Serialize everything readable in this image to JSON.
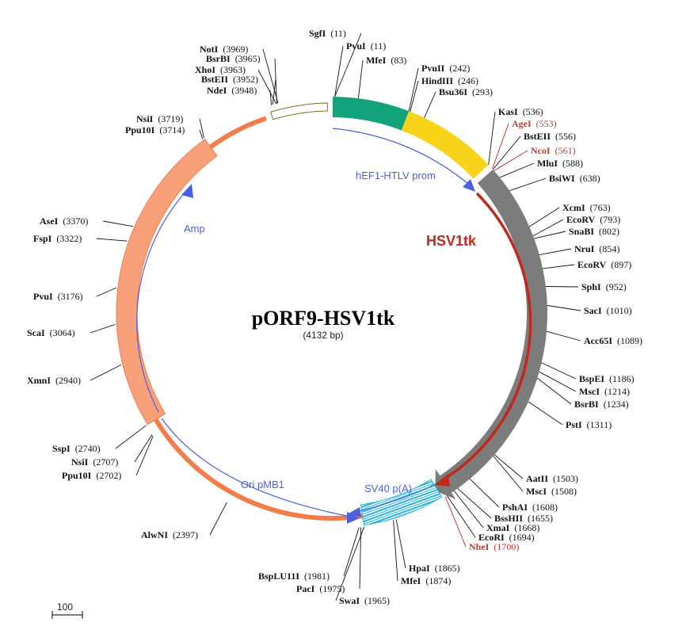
{
  "plasmid": {
    "name": "pORF9-HSV1tk",
    "size": "(4132 bp)"
  },
  "features": {
    "promoter": "hEF1-HTLV prom",
    "gene": "HSV1tk",
    "polyA": "SV40 p(A)",
    "ori": "Ori pMB1",
    "amp": "Amp"
  },
  "scale": "100",
  "colors": {
    "green": "#12a37b",
    "yellow": "#f7d31a",
    "gray": "#7c7c7c",
    "cyan": "#27b4e0",
    "orange": "#f37d4a",
    "salmon": "#f8a07a",
    "olive": "#7a6d1e",
    "red": "#c0281c",
    "blue": "#4b5fe0"
  },
  "sites": [
    {
      "name": "SgfI",
      "pos": "(11)"
    },
    {
      "name": "PvuI",
      "pos": "(11)"
    },
    {
      "name": "MfeI",
      "pos": "(83)"
    },
    {
      "name": "PvuII",
      "pos": "(242)"
    },
    {
      "name": "HindIII",
      "pos": "(246)"
    },
    {
      "name": "Bsu36I",
      "pos": "(293)"
    },
    {
      "name": "KasI",
      "pos": "(536)"
    },
    {
      "name": "AgeI",
      "pos": "(553)"
    },
    {
      "name": "BstEII",
      "pos": "(556)"
    },
    {
      "name": "NcoI",
      "pos": "(561)"
    },
    {
      "name": "MluI",
      "pos": "(588)"
    },
    {
      "name": "BsiWI",
      "pos": "(638)"
    },
    {
      "name": "XcmI",
      "pos": "(763)"
    },
    {
      "name": "EcoRV",
      "pos": "(793)"
    },
    {
      "name": "SnaBI",
      "pos": "(802)"
    },
    {
      "name": "NruI",
      "pos": "(854)"
    },
    {
      "name": "EcoRV",
      "pos": "(897)"
    },
    {
      "name": "SphI",
      "pos": "(952)"
    },
    {
      "name": "SacI",
      "pos": "(1010)"
    },
    {
      "name": "Acc65I",
      "pos": "(1089)"
    },
    {
      "name": "BspEI",
      "pos": "(1186)"
    },
    {
      "name": "MscI",
      "pos": "(1214)"
    },
    {
      "name": "BsrBI",
      "pos": "(1234)"
    },
    {
      "name": "PstI",
      "pos": "(1311)"
    },
    {
      "name": "AatII",
      "pos": "(1503)"
    },
    {
      "name": "MscI",
      "pos": "(1508)"
    },
    {
      "name": "PshAI",
      "pos": "(1608)"
    },
    {
      "name": "BssHII",
      "pos": "(1655)"
    },
    {
      "name": "XmaI",
      "pos": "(1668)"
    },
    {
      "name": "EcoRI",
      "pos": "(1694)"
    },
    {
      "name": "NheI",
      "pos": "(1700)"
    },
    {
      "name": "HpaI",
      "pos": "(1865)"
    },
    {
      "name": "MfeI",
      "pos": "(1874)"
    },
    {
      "name": "SwaI",
      "pos": "(1965)"
    },
    {
      "name": "PacI",
      "pos": "(1975)"
    },
    {
      "name": "BspLU11I",
      "pos": "(1981)"
    },
    {
      "name": "AlwNI",
      "pos": "(2397)"
    },
    {
      "name": "Ppu10I",
      "pos": "(2702)"
    },
    {
      "name": "NsiI",
      "pos": "(2707)"
    },
    {
      "name": "SspI",
      "pos": "(2740)"
    },
    {
      "name": "XmnI",
      "pos": "(2940)"
    },
    {
      "name": "ScaI",
      "pos": "(3064)"
    },
    {
      "name": "PvuI",
      "pos": "(3176)"
    },
    {
      "name": "FspI",
      "pos": "(3322)"
    },
    {
      "name": "AseI",
      "pos": "(3370)"
    },
    {
      "name": "Ppu10I",
      "pos": "(3714)"
    },
    {
      "name": "NsiI",
      "pos": "(3719)"
    },
    {
      "name": "NdeI",
      "pos": "(3948)"
    },
    {
      "name": "BstEII",
      "pos": "(3952)"
    },
    {
      "name": "XhoI",
      "pos": "(3963)"
    },
    {
      "name": "BsrBI",
      "pos": "(3965)"
    },
    {
      "name": "NotI",
      "pos": "(3969)"
    }
  ]
}
